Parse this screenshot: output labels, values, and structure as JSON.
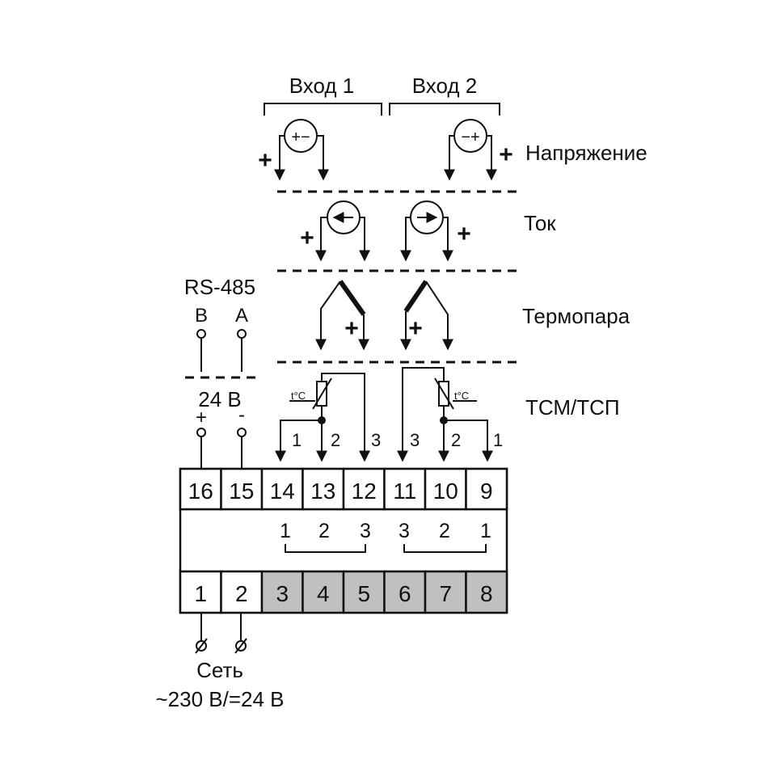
{
  "inputs": {
    "input1": "Вход 1",
    "input2": "Вход 2"
  },
  "modes": {
    "voltage": "Напряжение",
    "current": "Ток",
    "thermocouple": "Термопара",
    "rtd": "ТСМ/ТСП"
  },
  "rs485": {
    "title": "RS-485",
    "pin_b": "B",
    "pin_a": "A"
  },
  "supply24": {
    "title": "24 В",
    "plus": "+",
    "minus": "-"
  },
  "mains": {
    "line1": "Сеть",
    "line2": "~230 В/=24 В"
  },
  "symbols": {
    "plus": "+",
    "minus": "−",
    "temp": "t°C",
    "src1": "+−",
    "src2": "−+"
  },
  "wires": {
    "left": [
      "1",
      "2",
      "3"
    ],
    "right": [
      "3",
      "2",
      "1"
    ]
  },
  "terminals": {
    "top": [
      "16",
      "15",
      "14",
      "13",
      "12",
      "11",
      "10",
      "9"
    ],
    "middle_left": [
      "1",
      "2",
      "3"
    ],
    "middle_right": [
      "3",
      "2",
      "1"
    ],
    "bottom": [
      "1",
      "2",
      "3",
      "4",
      "5",
      "6",
      "7",
      "8"
    ]
  },
  "colors": {
    "line": "#111111",
    "terminal_white": "#ffffff",
    "terminal_gray": "#c0c0c0"
  }
}
